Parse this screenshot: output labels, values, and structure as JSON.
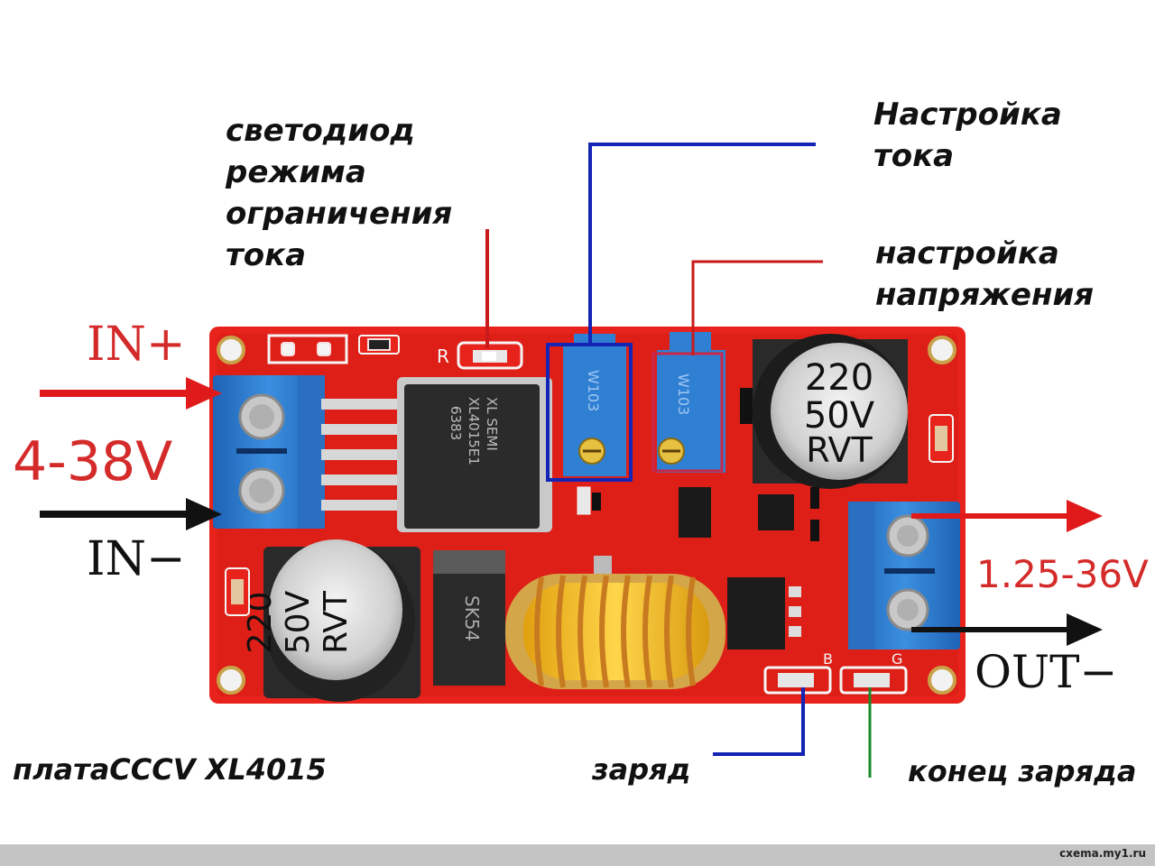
{
  "labels": {
    "led_limit": [
      "светодиод",
      "режима",
      "ограничения",
      "тока"
    ],
    "current_adjust": [
      "Настройка",
      "тока"
    ],
    "voltage_adjust": [
      "настройка",
      "напряжения"
    ],
    "in_plus": "IN+",
    "in_range": "4-38V",
    "in_minus": "IN−",
    "out_range": "1.25-36V",
    "out_minus": "OUT−",
    "board_name": "платаCCCV XL4015",
    "charge": "заряд",
    "charge_end": "конец заряда",
    "watermark": "cxema.my1.ru"
  },
  "board": {
    "capacitor_top": [
      "220",
      "50V",
      "RVT"
    ],
    "capacitor_bottom": [
      "220",
      "50V",
      "RVT"
    ],
    "chip": [
      "XL SEMI",
      "XL4015E1",
      "6383"
    ],
    "trimmer": "W103",
    "diode": "SK54",
    "silk_r": "R",
    "silk_b": "B",
    "silk_g": "G"
  },
  "colors": {
    "pcb": "#e8231c",
    "terminal": "#2f7fd3",
    "arrow_red": "#e01a1a",
    "arrow_black": "#111111",
    "line_blue": "#1424b4",
    "line_red": "#c81a1a",
    "line_green": "#1a8a2a",
    "text_red": "#d42a2a"
  }
}
